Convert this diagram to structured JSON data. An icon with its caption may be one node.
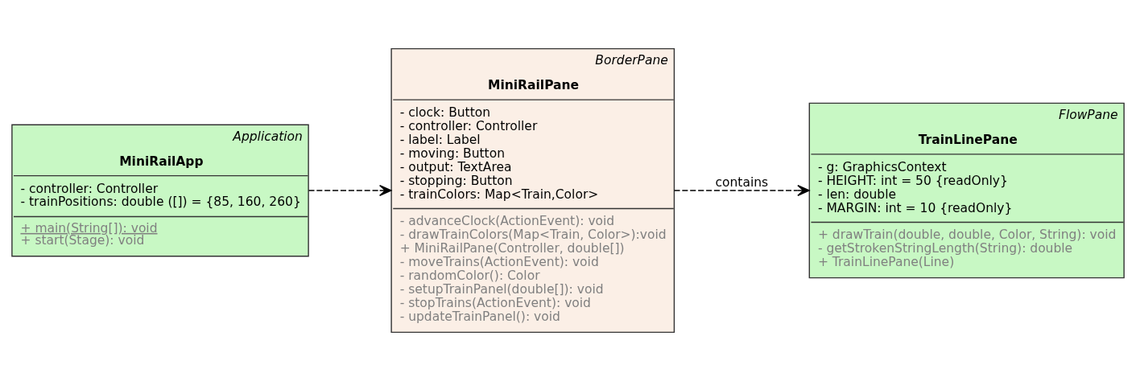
{
  "diagram": {
    "nodes": [
      {
        "text": [
          "Application",
          "MiniRailApp",
          "- controller: Controller",
          "- trainPositions: double ([]) = {85, 160, 260}",
          "+ main(String[]): void",
          "+ start(Stage): void"
        ]
      },
      {
        "text": [
          "BorderPane",
          "MiniRailPane",
          "- clock: Button",
          "- controller: Controller",
          "- label: Label",
          "- moving: Button",
          "- output: TextArea",
          "- stopping: Button",
          "- trainColors: Map<Train,Color>",
          "- advanceClock(ActionEvent): void",
          "- drawTrainColors(Map<Train, Color>):void",
          "+ MiniRailPane(Controller, double[])",
          "- moveTrains(ActionEvent): void",
          "- randomColor(): Color",
          "- setupTrainPanel(double[]): void",
          "- stopTrains(ActionEvent): void",
          "- updateTrainPanel(): void"
        ]
      },
      {
        "text": [
          "FlowPane",
          "TrainLinePane",
          "- g: GraphicsContext",
          "- HEIGHT: int = 50 {readOnly}",
          "- len: double",
          "- MARGIN: int = 10 {readOnly}",
          "+ drawTrain(double, double, Color, String): void",
          "- getStrokenStringLength(String): double",
          "+ TrainLinePane(Line)"
        ]
      }
    ],
    "edges": [
      {
        "from": 0,
        "to": 1,
        "arrow": "to",
        "style": "dashed"
      },
      {
        "from": 1,
        "to": 2,
        "arrow": "to",
        "style": "dashed",
        "label": "contains"
      }
    ]
  }
}
